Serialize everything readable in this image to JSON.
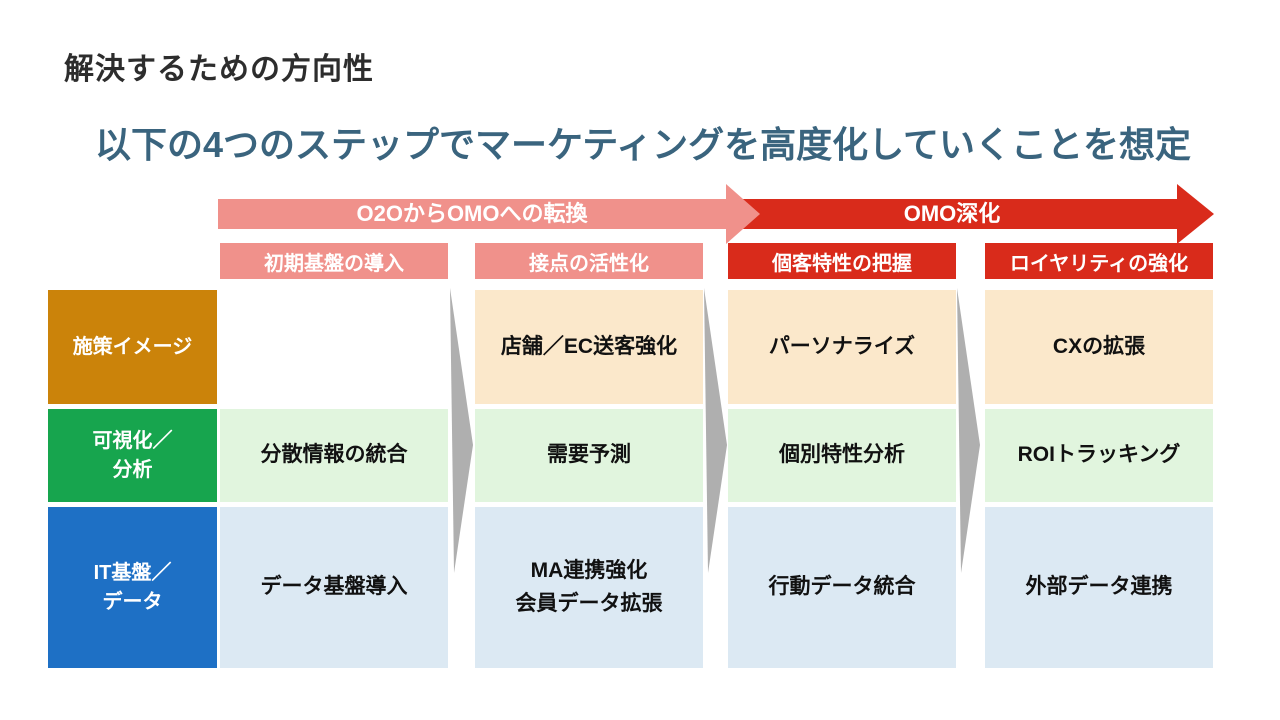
{
  "slide": {
    "title": "解決するための方向性",
    "subtitle": "以下の4つのステップでマーケティングを高度化していくことを想定"
  },
  "banners": [
    {
      "label": "O2OからOMOへの転換",
      "color": "#f0918b"
    },
    {
      "label": "OMO深化",
      "color": "#d92b1b"
    }
  ],
  "columns": [
    {
      "header": "初期基盤の導入",
      "header_color": "#f0918b"
    },
    {
      "header": "接点の活性化",
      "header_color": "#f0918b"
    },
    {
      "header": "個客特性の把握",
      "header_color": "#d92b1b"
    },
    {
      "header": "ロイヤリティの強化",
      "header_color": "#d92b1b"
    }
  ],
  "rows": [
    {
      "label": "施策イメージ",
      "label_color": "#cb830a",
      "cell_color": "#fbe8cb",
      "cells": [
        "",
        "店舗／EC送客強化",
        "パーソナライズ",
        "CXの拡張"
      ]
    },
    {
      "label": "可視化／\n分析",
      "label_color": "#17a54e",
      "cell_color": "#e1f5de",
      "cells": [
        "分散情報の統合",
        "需要予測",
        "個別特性分析",
        "ROIトラッキング"
      ]
    },
    {
      "label": "IT基盤／\nデータ",
      "label_color": "#1e70c5",
      "cell_color": "#dce9f3",
      "cells": [
        "データ基盤導入",
        "MA連携強化\n会員データ拡張",
        "行動データ統合",
        "外部データ連携"
      ]
    }
  ],
  "colors": {
    "title_text": "#2d2d2d",
    "subtitle_text": "#3a647e",
    "divider_gray": "#afafaf",
    "cell_text": "#111111"
  }
}
